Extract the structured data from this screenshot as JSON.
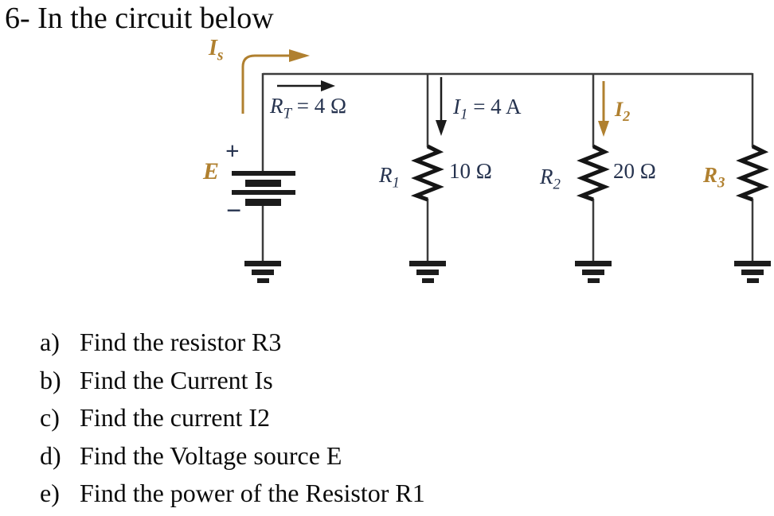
{
  "title": "6- In the circuit below",
  "colors": {
    "accent_orange": "#b0802f",
    "label_navy": "#26334f",
    "wire_gray": "#3c3c3c",
    "ink_black": "#1c1c1c"
  },
  "circuit": {
    "source": {
      "label": "E",
      "plus": "+",
      "minus": "−"
    },
    "is_label": {
      "main": "I",
      "sub": "s"
    },
    "rt_label": {
      "main": "R",
      "sub": "T",
      "rest": " = 4 Ω"
    },
    "i1_label": {
      "main": "I",
      "sub": "1",
      "rest": " = 4 A"
    },
    "i2_label": {
      "main": "I",
      "sub": "2"
    },
    "r1": {
      "main": "R",
      "sub": "1",
      "value": "10 Ω"
    },
    "r2": {
      "main": "R",
      "sub": "2",
      "value": "20 Ω"
    },
    "r3": {
      "main": "R",
      "sub": "3"
    }
  },
  "questions": {
    "items": [
      {
        "label": "a)",
        "text": "Find the resistor R3"
      },
      {
        "label": "b)",
        "text": "Find the Current Is"
      },
      {
        "label": "c)",
        "text": "Find the current I2"
      },
      {
        "label": "d)",
        "text": "Find the Voltage source E"
      },
      {
        "label": "e)",
        "text": "Find the power of the Resistor R1"
      }
    ]
  }
}
